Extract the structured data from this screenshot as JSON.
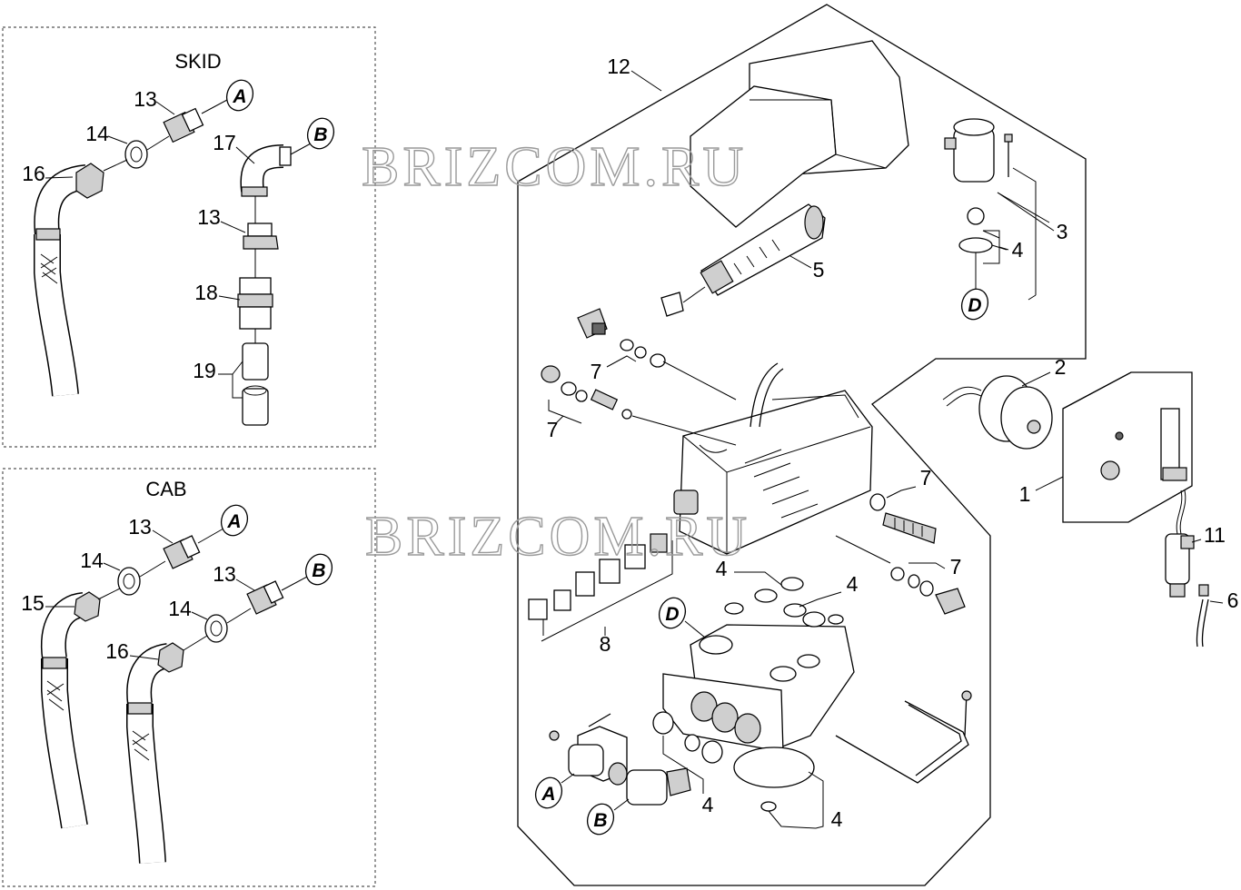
{
  "panels": {
    "skid": {
      "title": "SKID"
    },
    "cab": {
      "title": "CAB"
    }
  },
  "watermark": {
    "text": "BRIZCOM.RU"
  },
  "connectors": [
    "A",
    "B",
    "D"
  ],
  "callouts": {
    "skid": {
      "c13a": "13",
      "c14": "14",
      "c16": "16",
      "c17": "17",
      "c13b": "13",
      "c18": "18",
      "c19": "19"
    },
    "cab": {
      "c13a": "13",
      "c14a": "14",
      "c15": "15",
      "c13b": "13",
      "c14b": "14",
      "c16": "16"
    },
    "main": {
      "c12": "12",
      "c3": "3",
      "c4a": "4",
      "c5": "5",
      "c7a": "7",
      "c7b": "7",
      "c2": "2",
      "c7c": "7",
      "c1": "1",
      "c11": "11",
      "c7d": "7",
      "c4b": "4",
      "c4c": "4",
      "c6": "6",
      "c8": "8",
      "c4d": "4",
      "c4e": "4"
    }
  }
}
